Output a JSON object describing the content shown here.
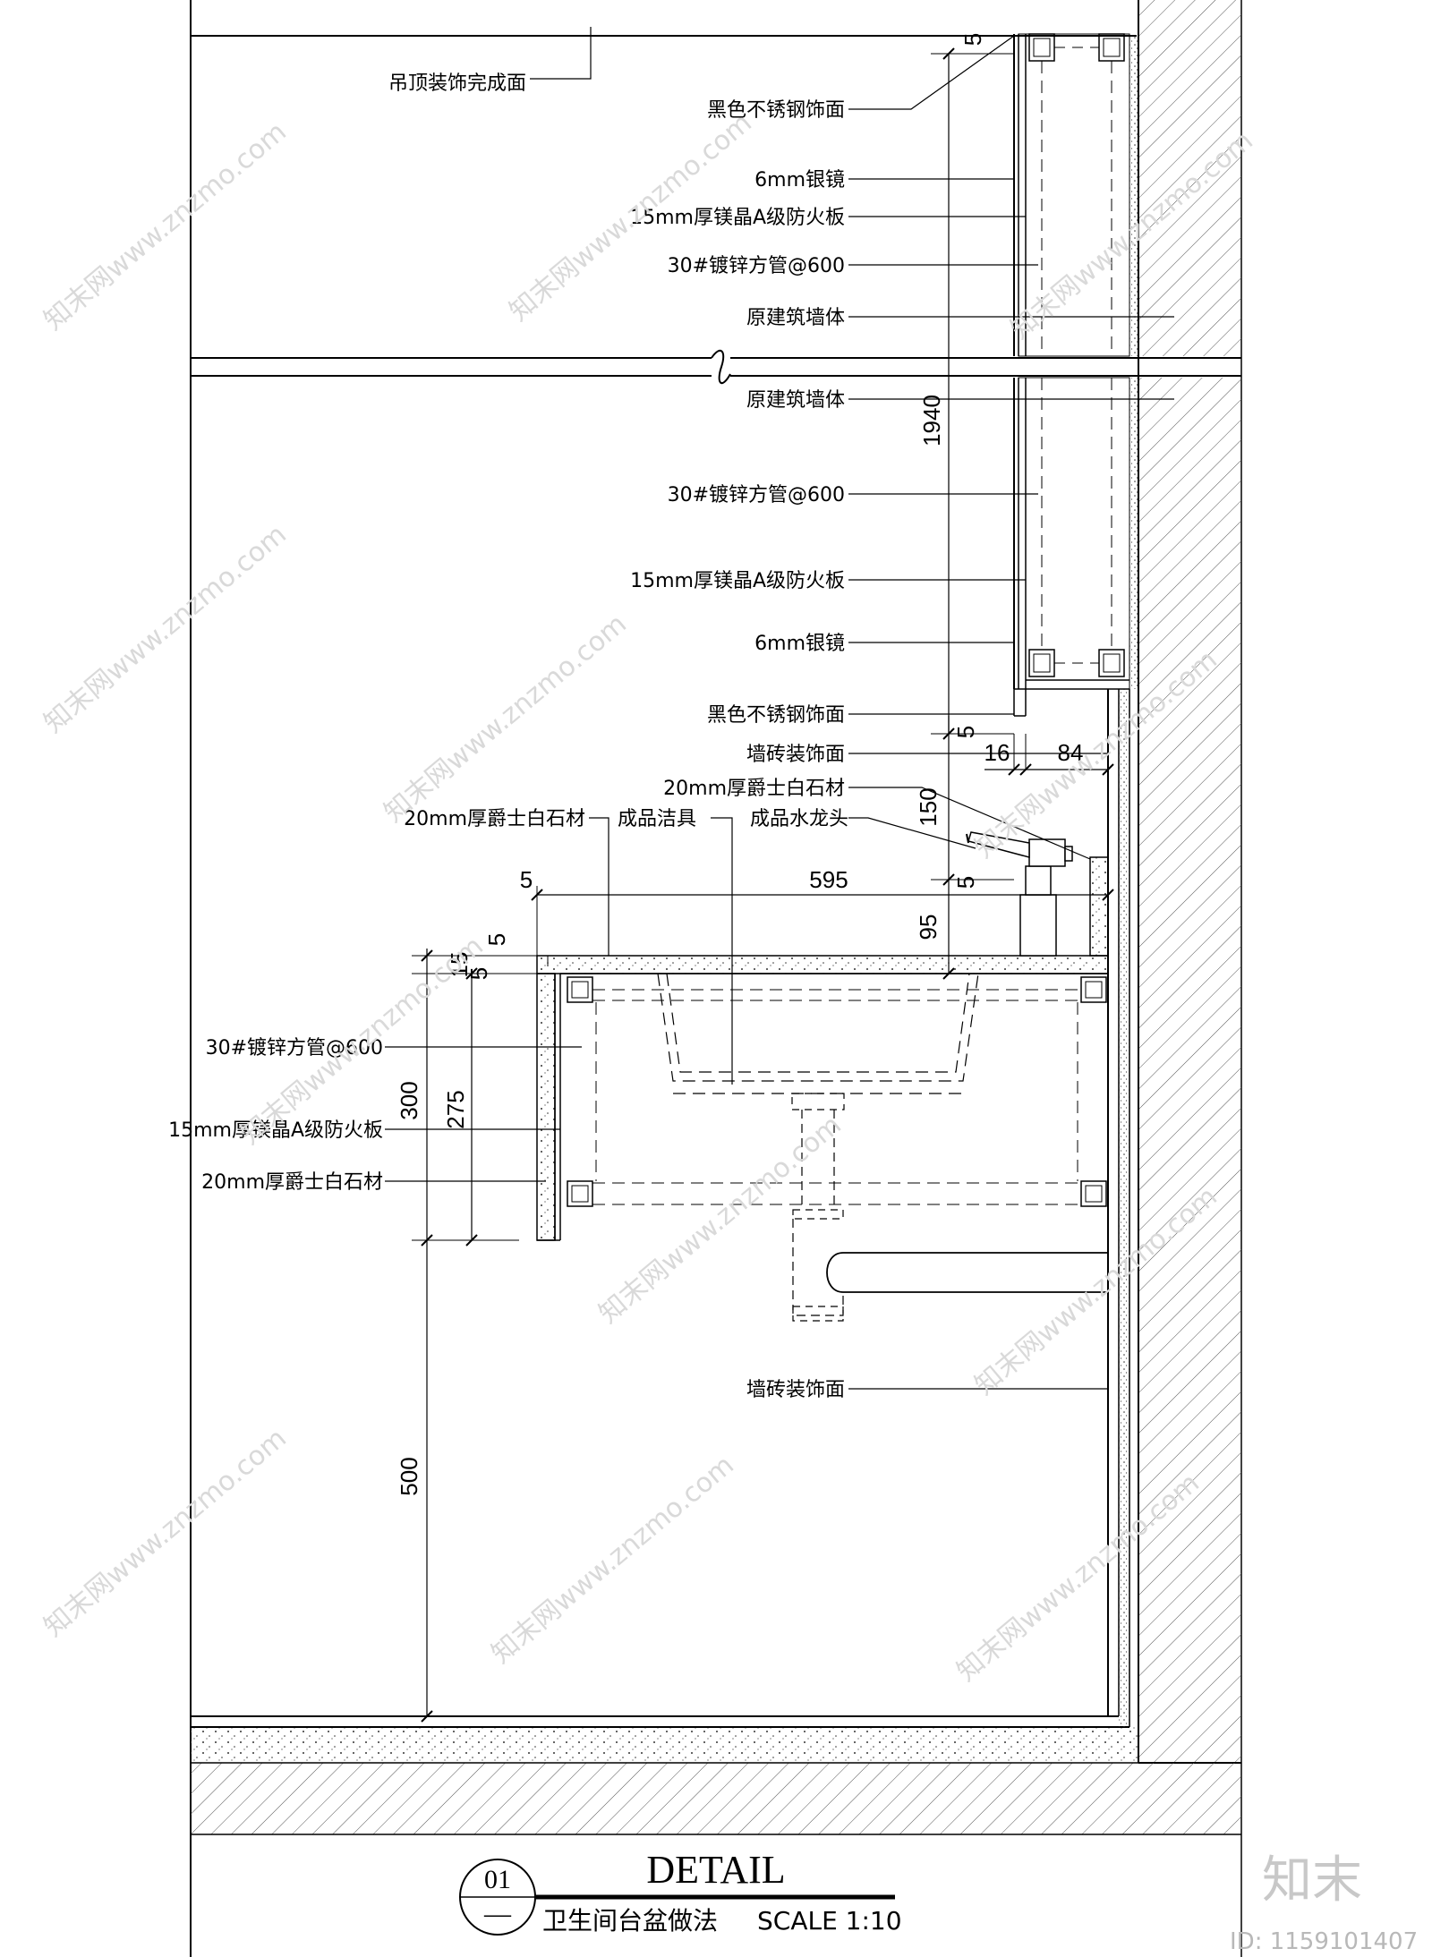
{
  "callouts": {
    "ceiling_finish": "吊顶装饰完成面",
    "black_ss_top": "黑色不锈钢饰面",
    "mirror_top": "6mm银镜",
    "mgo_board_top": "15mm厚镁晶A级防火板",
    "steel_tube_top": "30#镀锌方管@600",
    "wall_top": "原建筑墙体",
    "wall_mid": "原建筑墙体",
    "steel_tube_mid": "30#镀锌方管@600",
    "mgo_board_mid": "15mm厚镁晶A级防火板",
    "mirror_mid": "6mm银镜",
    "black_ss_bottom": "黑色不锈钢饰面",
    "wall_tile_top": "墙砖装饰面",
    "stone_upstand": "20mm厚爵士白石材",
    "faucet": "成品水龙头",
    "stone_top": "20mm厚爵士白石材",
    "basin": "成品洁具",
    "steel_tube_cabinet": "30#镀锌方管@600",
    "mgo_board_cabinet": "15mm厚镁晶A级防火板",
    "stone_front": "20mm厚爵士白石材",
    "wall_tile_bottom": "墙砖装饰面"
  },
  "dimensions": {
    "mirror_height": "1940",
    "top_gap": "5",
    "gap_a": "5",
    "gap_b": "5",
    "upstand_gap": "5",
    "offset_16": "16",
    "offset_84": "84",
    "faucet_150": "150",
    "depth_595": "595",
    "edge_5": "5",
    "height_95": "95",
    "front_5": "5",
    "front_15": "15",
    "front_5b": "5",
    "apron_300": "300",
    "apron_275": "275",
    "floor_500": "500"
  },
  "title_block": {
    "number": "01",
    "sheet_mark": "—",
    "title": "DETAIL",
    "subtitle": "卫生间台盆做法",
    "scale": "SCALE 1:10"
  },
  "watermark": {
    "text": "知末网www.znzmo.com",
    "brand": "知末",
    "id": "ID: 1159101407"
  }
}
